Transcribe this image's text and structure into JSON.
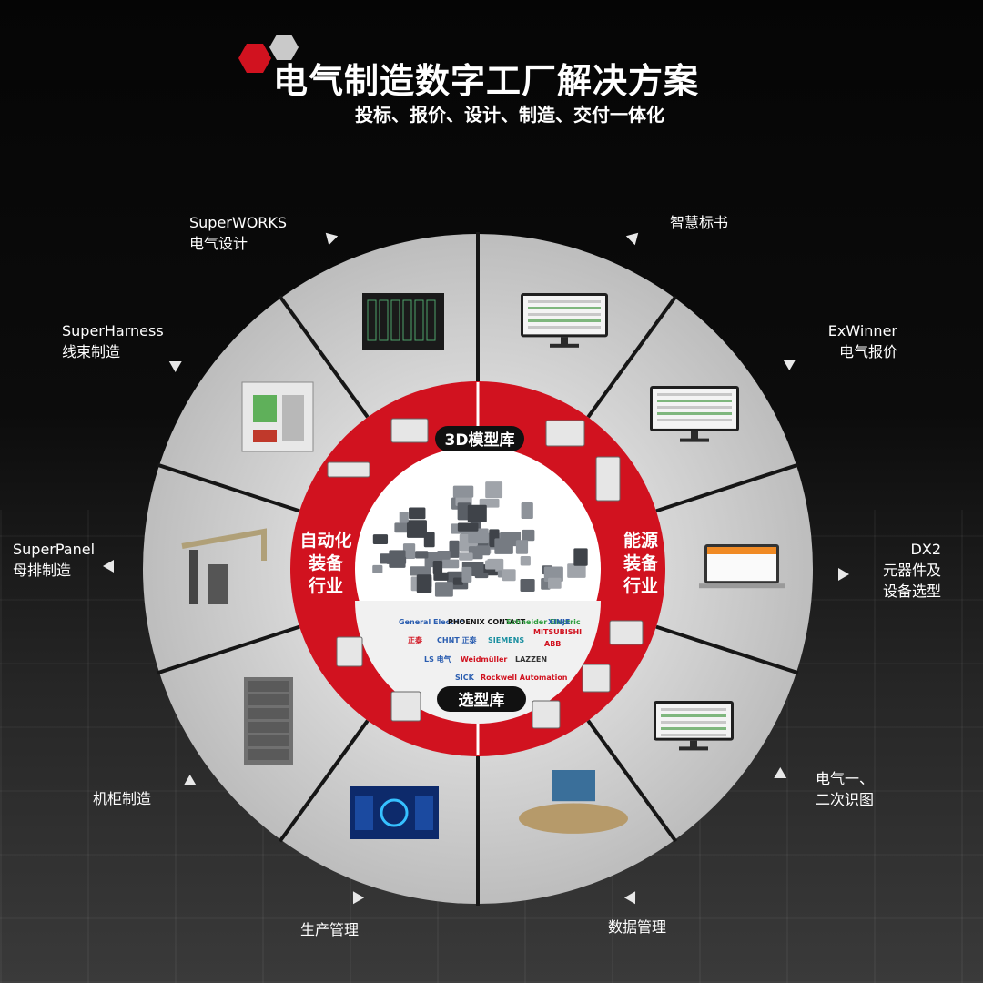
{
  "header": {
    "title": "电气制造数字工厂解决方案",
    "subtitle": "投标、报价、设计、制造、交付一体化"
  },
  "colors": {
    "accent_red": "#d1121f",
    "segment_gray": "#cfcfcf",
    "divider": "#1a1a1a",
    "logo_gray": "#c9c9c9"
  },
  "modules": [
    {
      "line1": "SuperWORKS",
      "line2": "电气设计"
    },
    {
      "line1": "智慧标书",
      "line2": ""
    },
    {
      "line1": "ExWinner",
      "line2": "电气报价"
    },
    {
      "line1": "DX2",
      "line2": "元器件及",
      "line3": "设备选型"
    },
    {
      "line1": "电气一、",
      "line2": "二次识图"
    },
    {
      "line1": "数据管理",
      "line2": ""
    },
    {
      "line1": "生产管理",
      "line2": ""
    },
    {
      "line1": "机柜制造",
      "line2": ""
    },
    {
      "line1": "SuperPanel",
      "line2": "母排制造"
    },
    {
      "line1": "SuperHarness",
      "line2": "线束制造"
    }
  ],
  "ring": {
    "top_label": "3D模型库",
    "bottom_label": "选型库",
    "left_label": [
      "自动化",
      "装备",
      "行业"
    ],
    "right_label": [
      "能源",
      "装备",
      "行业"
    ]
  },
  "brands": [
    [
      "General Electric",
      "PHOENIX CONTACT",
      "Schneider Electric",
      "MITSUBISHI",
      "XINJE"
    ],
    [
      "正泰",
      "CHNT 正泰",
      "SIEMENS",
      "ABB"
    ],
    [
      "LS 电气",
      "Weidmüller",
      "LAZZEN"
    ],
    [
      "SICK",
      "Rockwell Automation"
    ]
  ]
}
